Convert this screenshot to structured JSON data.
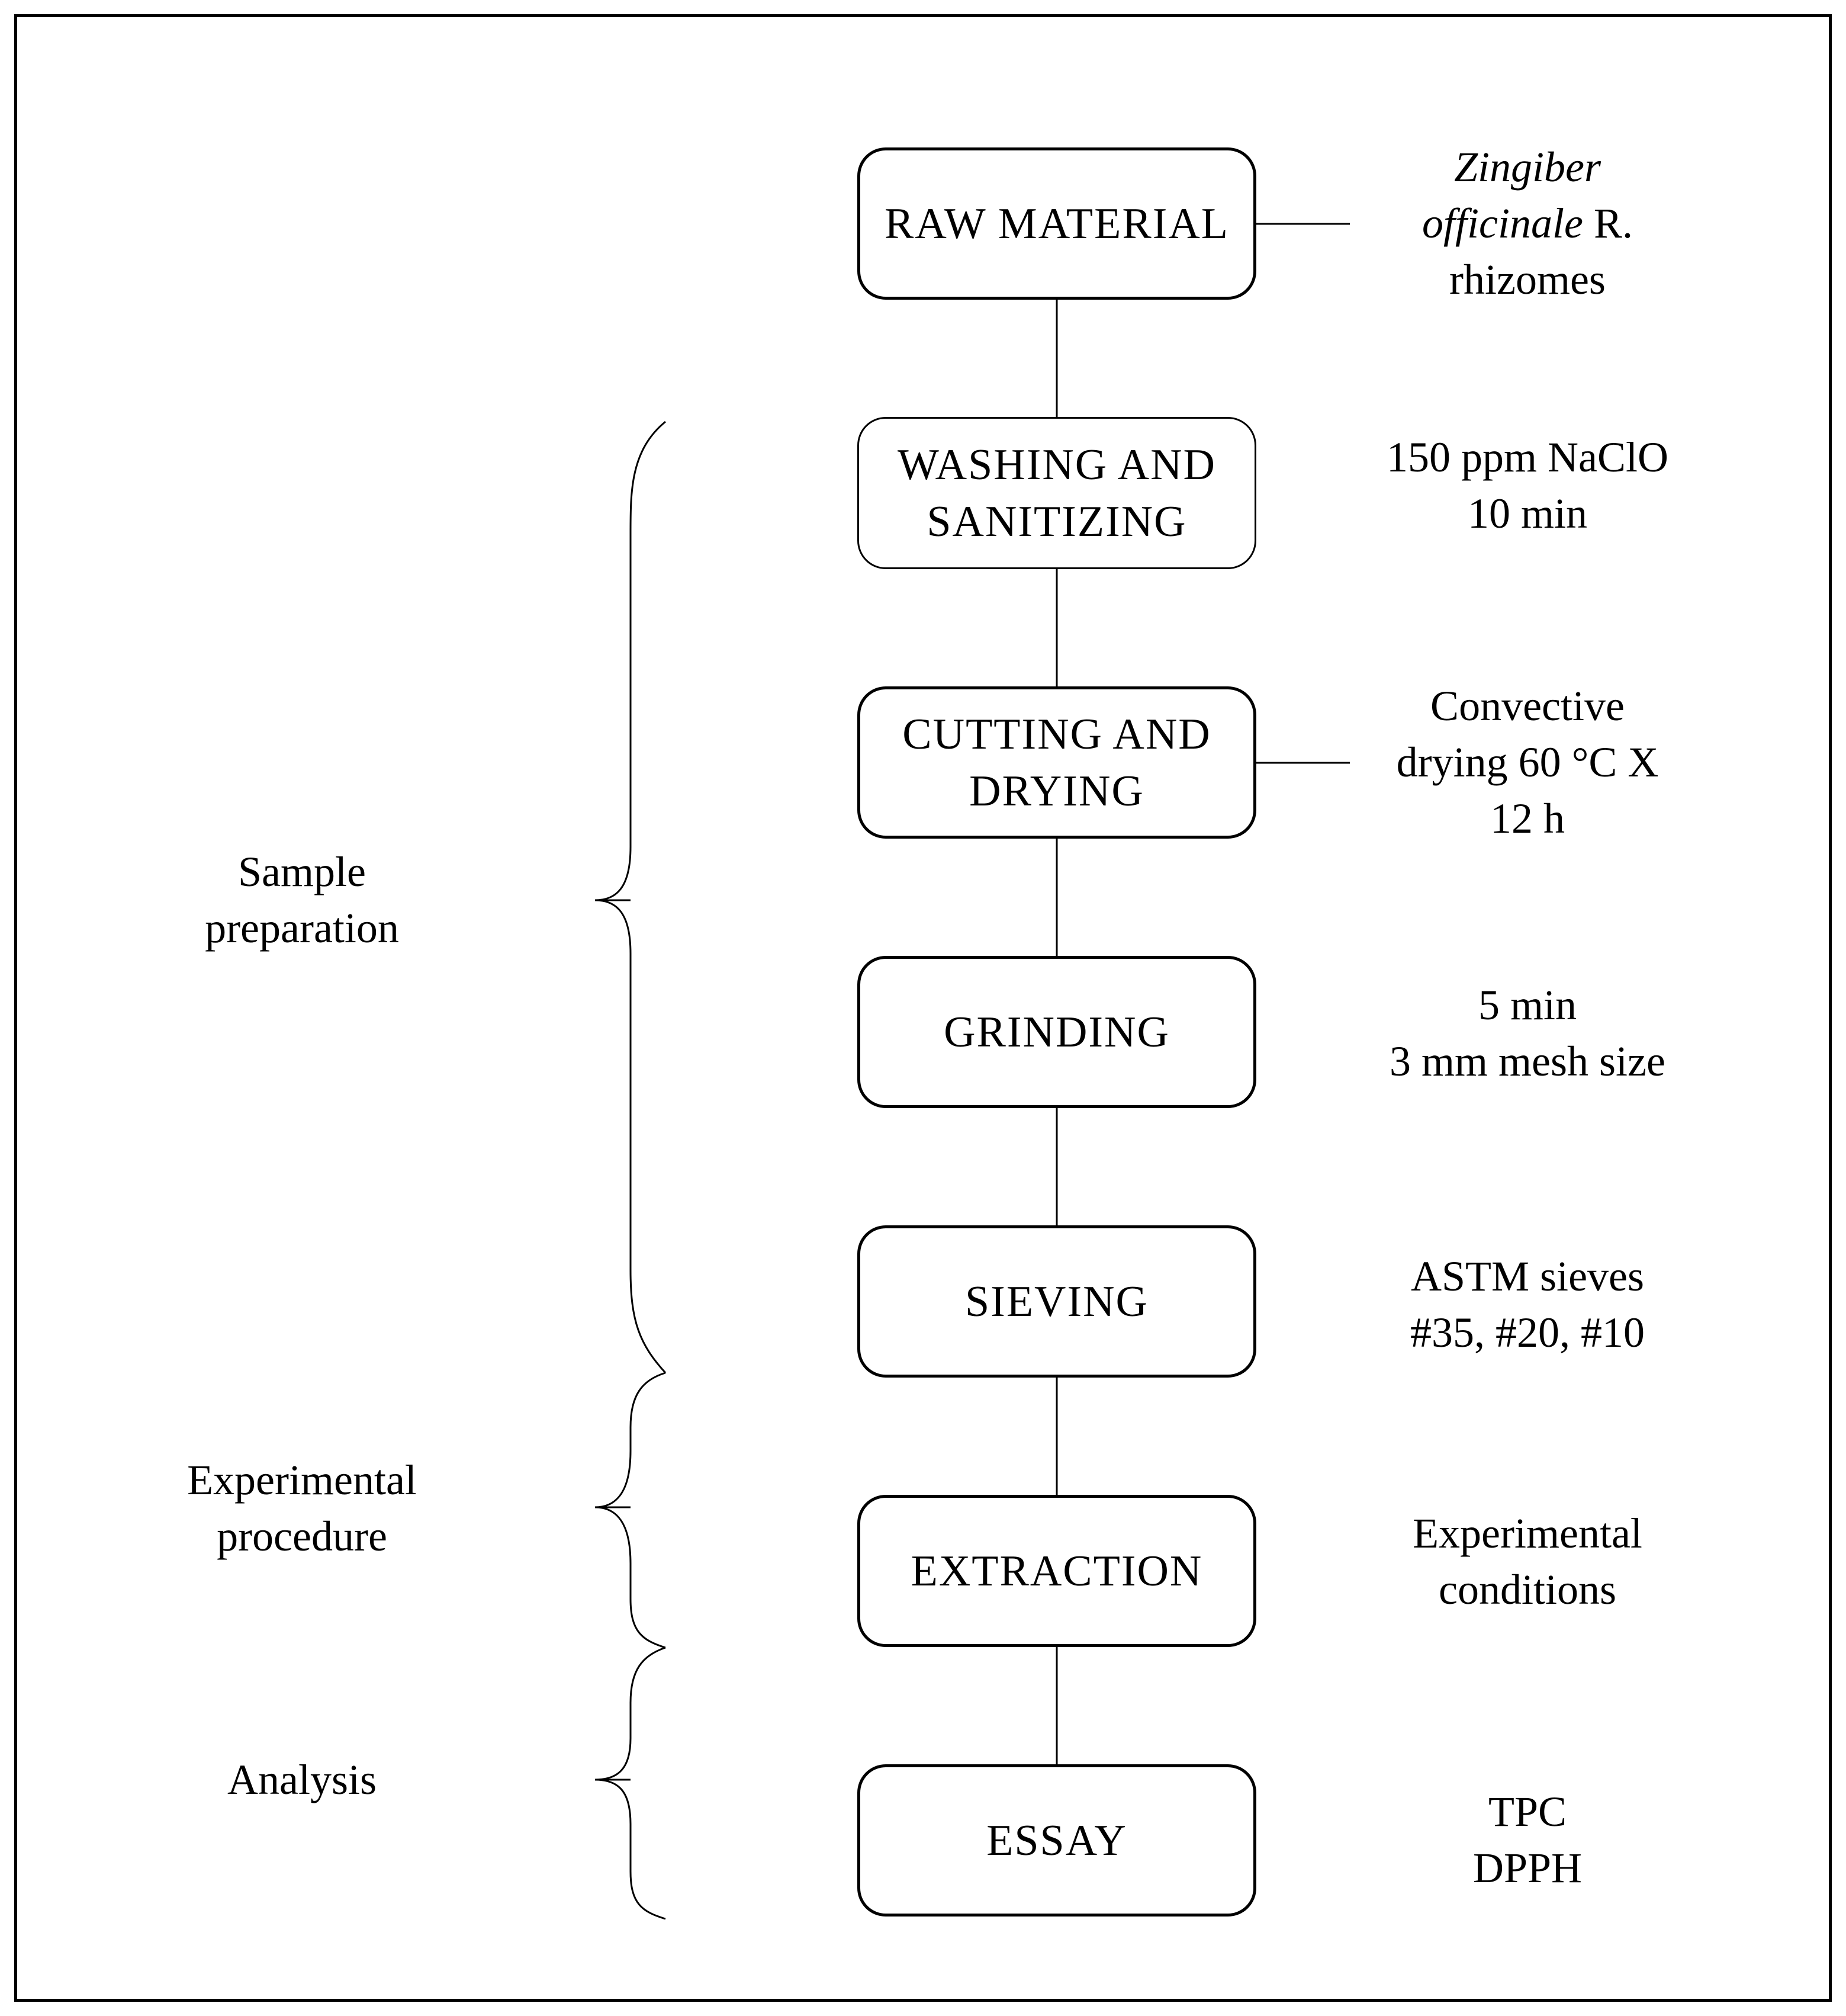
{
  "steps": [
    {
      "id": "raw-material",
      "label": "RAW MATERIAL"
    },
    {
      "id": "washing",
      "label": "WASHING AND\nSANITIZING"
    },
    {
      "id": "cutting",
      "label": "CUTTING AND\nDRYING"
    },
    {
      "id": "grinding",
      "label": "GRINDING"
    },
    {
      "id": "sieving",
      "label": "SIEVING"
    },
    {
      "id": "extraction",
      "label": "EXTRACTION"
    },
    {
      "id": "essay",
      "label": "ESSAY"
    }
  ],
  "notes": {
    "raw_material": {
      "species_genus": "Zingiber",
      "species_epithet": "officinale",
      "author": "R.",
      "part": "rhizomes"
    },
    "washing": {
      "line1": "150 ppm NaClO",
      "line2": "10 min"
    },
    "cutting": {
      "line1": "Convective",
      "line2": "drying 60 °C X",
      "line3": "12 h"
    },
    "grinding": {
      "line1": "5 min",
      "line2": "3 mm mesh size"
    },
    "sieving": {
      "line1": "ASTM sieves",
      "line2": "#35, #20, #10"
    },
    "extraction": {
      "line1": "Experimental",
      "line2": "conditions"
    },
    "essay": {
      "line1": "TPC",
      "line2": "DPPH"
    }
  },
  "phases": {
    "sample_preparation": "Sample\npreparation",
    "experimental_procedure": "Experimental\nprocedure",
    "analysis": "Analysis"
  }
}
